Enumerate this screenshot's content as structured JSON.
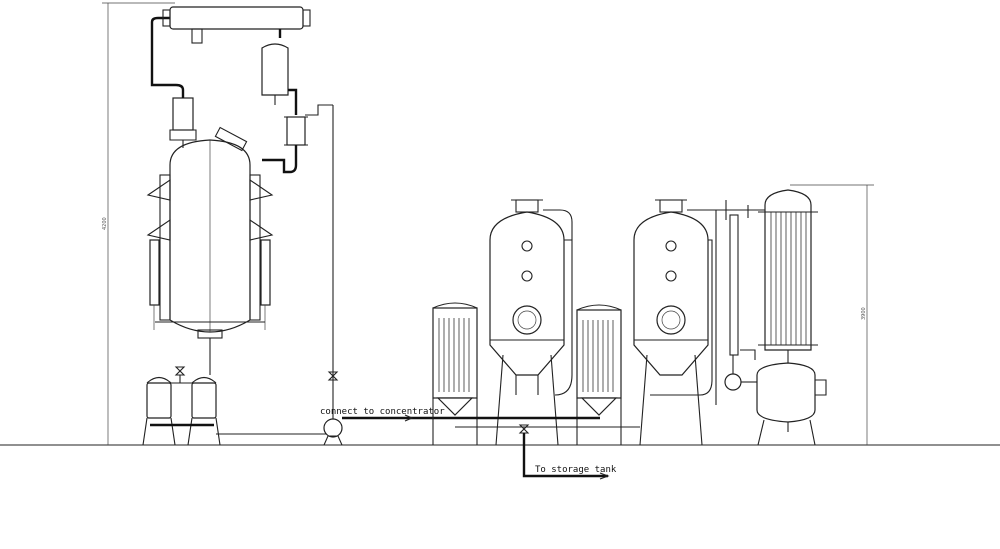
{
  "labels": {
    "connect": "connect to concentrator",
    "storage": "To storage tank",
    "dim_left": "4200",
    "dim_right": "3900"
  },
  "colors": {
    "line": "#222222",
    "background": "#ffffff"
  }
}
